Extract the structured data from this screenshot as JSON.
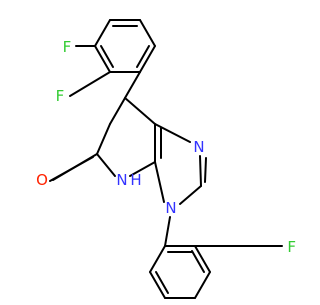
{
  "molecule": {
    "atom_labels": {
      "f_top": "F",
      "f_left": "F",
      "f_bottom": "F",
      "n_imine": "N",
      "n_ring": "N",
      "nh": "N",
      "nh_h": "H",
      "o": "O"
    },
    "colors": {
      "bond": "#000000",
      "fluorine": "#33cc33",
      "nitrogen": "#3333ff",
      "oxygen": "#ff2200"
    }
  }
}
